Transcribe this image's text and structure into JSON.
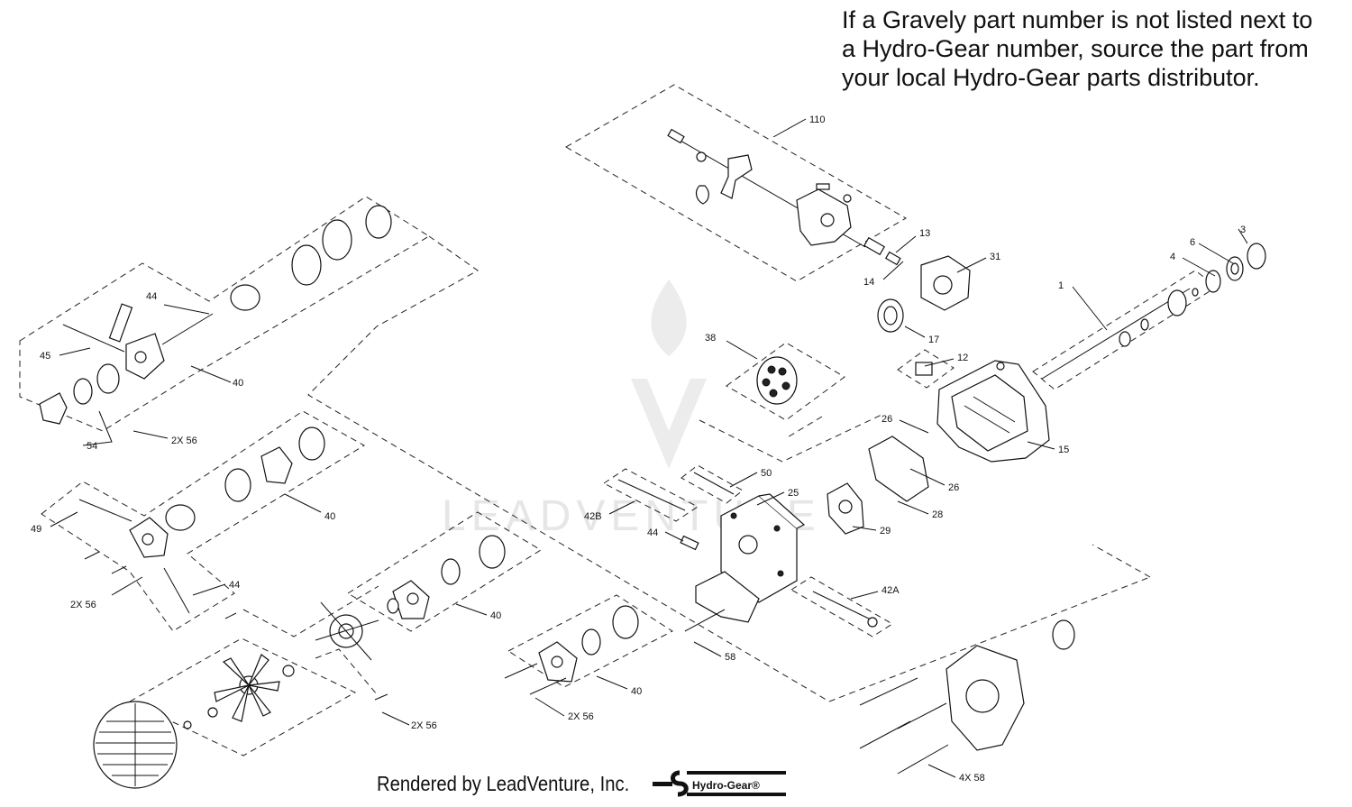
{
  "note": {
    "lines": [
      "If a Gravely part number is not listed next to",
      "a Hydro-Gear number, source the part from",
      "your local Hydro-Gear parts distributor."
    ]
  },
  "footer": {
    "text": "Rendered by LeadVenture, Inc.",
    "brand": "Hydro-Gear®"
  },
  "watermark": {
    "text": "LEADVENTURE",
    "color": "#e6e6e6"
  },
  "callouts": [
    {
      "id": "c110",
      "text": "110"
    },
    {
      "id": "c13",
      "text": "13"
    },
    {
      "id": "c14",
      "text": "14"
    },
    {
      "id": "c31",
      "text": "31"
    },
    {
      "id": "c17",
      "text": "17"
    },
    {
      "id": "c38",
      "text": "38"
    },
    {
      "id": "c1",
      "text": "1"
    },
    {
      "id": "c3",
      "text": "3"
    },
    {
      "id": "c4",
      "text": "4"
    },
    {
      "id": "c6",
      "text": "6"
    },
    {
      "id": "c12",
      "text": "12"
    },
    {
      "id": "c26a",
      "text": "26"
    },
    {
      "id": "c15",
      "text": "15"
    },
    {
      "id": "c26b",
      "text": "26"
    },
    {
      "id": "c28",
      "text": "28"
    },
    {
      "id": "c29",
      "text": "29"
    },
    {
      "id": "c25",
      "text": "25"
    },
    {
      "id": "c50",
      "text": "50"
    },
    {
      "id": "c42b",
      "text": "42B"
    },
    {
      "id": "c44c",
      "text": "44"
    },
    {
      "id": "c42a",
      "text": "42A"
    },
    {
      "id": "c58",
      "text": "58"
    },
    {
      "id": "c4x58",
      "text": "4X 58"
    },
    {
      "id": "c44a",
      "text": "44"
    },
    {
      "id": "c45",
      "text": "45"
    },
    {
      "id": "c40a",
      "text": "40"
    },
    {
      "id": "c54",
      "text": "54"
    },
    {
      "id": "c2x56a",
      "text": "2X 56"
    },
    {
      "id": "c40b",
      "text": "40"
    },
    {
      "id": "c49",
      "text": "49"
    },
    {
      "id": "c2x56b",
      "text": "2X 56"
    },
    {
      "id": "c44b",
      "text": "44"
    },
    {
      "id": "c40c",
      "text": "40"
    },
    {
      "id": "c2x56c",
      "text": "2X 56"
    },
    {
      "id": "c40d",
      "text": "40"
    },
    {
      "id": "c2x56d",
      "text": "2X 56"
    }
  ]
}
